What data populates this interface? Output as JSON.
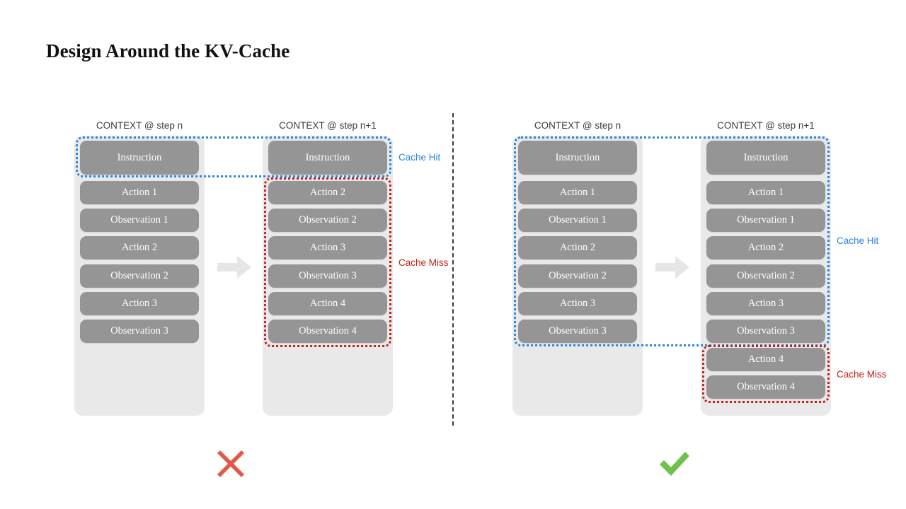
{
  "slide": {
    "title": "Design Around the KV-Cache"
  },
  "colors": {
    "block_fill": "#959595",
    "panel_fill": "#e9e9e9",
    "cache_hit": "#2a86dd",
    "cache_miss": "#bd231b",
    "cross_mark": "#e2594a",
    "check_mark": "#6cc24a",
    "arrow": "#e6e6e6",
    "divider": "#3a3a3a",
    "title": "#111111"
  },
  "labels": {
    "context_step_n": "CONTEXT @ step n",
    "context_step_n1": "CONTEXT @ step n+1",
    "cache_hit": "Cache Hit",
    "cache_miss": "Cache Miss"
  },
  "left_example": {
    "verdict": "cross",
    "verdict_glyph": "✖",
    "step_n": {
      "header": "CONTEXT @ step n",
      "blocks": [
        "Instruction",
        "Action 1",
        "Observation 1",
        "Action 2",
        "Observation 2",
        "Action 3",
        "Observation 3"
      ],
      "cache_hit_block_count": 1,
      "cache_miss_block_count": 0
    },
    "step_n1": {
      "header": "CONTEXT @ step n+1",
      "blocks": [
        "Instruction",
        "Action 2",
        "Observation 2",
        "Action 3",
        "Observation 3",
        "Action 4",
        "Observation 4"
      ],
      "cache_hit_block_count": 1,
      "cache_miss_block_count": 6
    }
  },
  "right_example": {
    "verdict": "check",
    "verdict_glyph": "✔",
    "step_n": {
      "header": "CONTEXT @ step n",
      "blocks": [
        "Instruction",
        "Action 1",
        "Observation 1",
        "Action 2",
        "Observation 2",
        "Action 3",
        "Observation 3"
      ],
      "cache_hit_block_count": 7,
      "cache_miss_block_count": 0
    },
    "step_n1": {
      "header": "CONTEXT @ step n+1",
      "blocks": [
        "Instruction",
        "Action 1",
        "Observation 1",
        "Action 2",
        "Observation 2",
        "Action 3",
        "Observation 3",
        "Action 4",
        "Observation 4"
      ],
      "cache_hit_block_count": 7,
      "cache_miss_block_count": 2
    }
  },
  "annotations": {
    "left_cache_hit": "Cache Hit",
    "left_cache_miss": "Cache Miss",
    "right_cache_hit": "Cache Hit",
    "right_cache_miss": "Cache Miss"
  }
}
